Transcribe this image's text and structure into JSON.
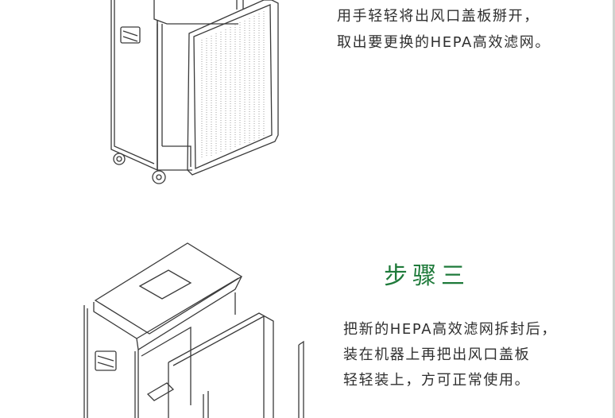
{
  "step2": {
    "lines": [
      "用手轻轻将出风口盖板掰开，",
      "取出要更换的HEPA高效滤网。"
    ]
  },
  "step3": {
    "title": "步骤三",
    "lines": [
      "把新的HEPA高效滤网拆封后，",
      "装在机器上再把出风口盖板",
      "轻轻装上，方可正常使用。"
    ]
  },
  "colors": {
    "accent": "#1e7a3a",
    "text": "#2f2f2f",
    "line_art": "#3a3a3a"
  }
}
